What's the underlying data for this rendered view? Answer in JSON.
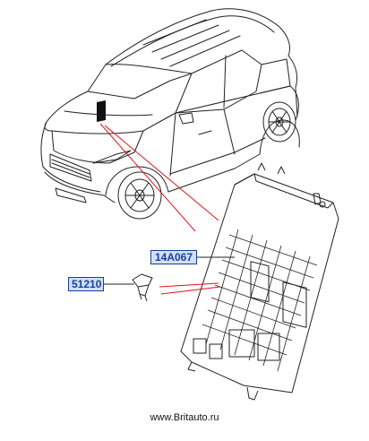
{
  "callouts": {
    "fuse_box_part": "14A067",
    "fuse_part": "51210"
  },
  "footer": {
    "website": "www.Britauto.ru"
  },
  "colors": {
    "callout_fill": "#cfe0fb",
    "callout_border": "#1b3d9a",
    "leader_red": "#e0121b",
    "line_art": "#222222"
  }
}
